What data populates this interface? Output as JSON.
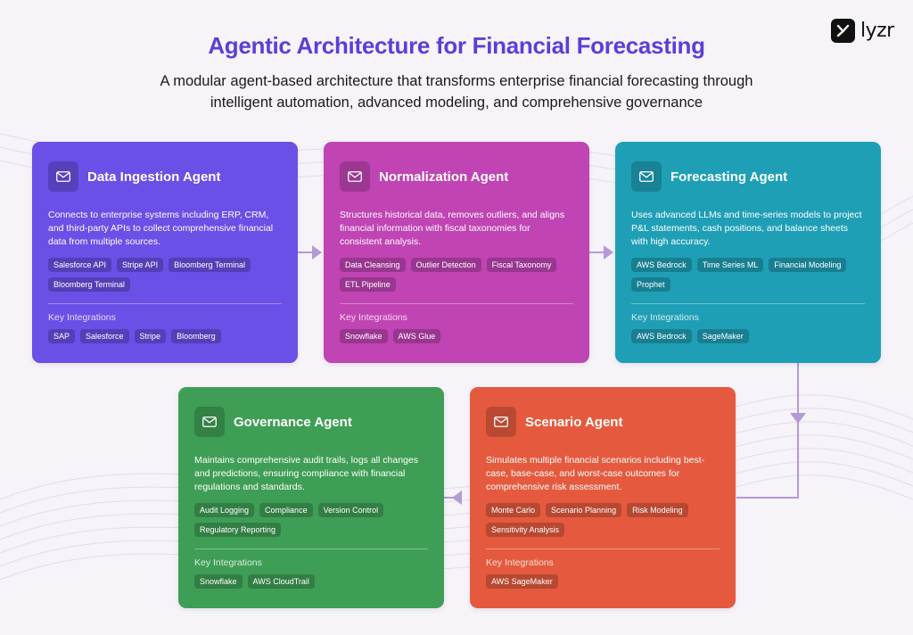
{
  "logo": {
    "text": "lyzr"
  },
  "title": "Agentic Architecture for Financial Forecasting",
  "subtitle": "A modular agent-based architecture that transforms enterprise financial forecasting through intelligent automation, advanced modeling, and comprehensive governance",
  "key_integrations_label": "Key Integrations",
  "colors": {
    "title": "#5b3fd6",
    "connector": "#b59ad6"
  },
  "cards": [
    {
      "icon": "mail-icon",
      "title": "Data Ingestion Agent",
      "color": "#6b4fe6",
      "description": "Connects to enterprise systems including ERP, CRM, and third-party APIs to collect comprehensive financial data from multiple sources.",
      "tags": [
        "Salesforce API",
        "Stripe API",
        "Bloomberg Terminal",
        "Bloomberg Terminal"
      ],
      "integrations_label": "Key Integrations",
      "integrations": [
        "SAP",
        "Salesforce",
        "Stripe",
        "Bloomberg"
      ]
    },
    {
      "icon": "mail-icon",
      "title": "Normalization Agent",
      "color": "#c044b3",
      "description": "Structures historical data, removes outliers, and aligns financial information with fiscal taxonomies for consistent analysis.",
      "tags": [
        "Data Cleansing",
        "Outlier Detection",
        "Fiscal Taxonomy",
        "ETL Pipeline"
      ],
      "integrations_label": "Key Integrations",
      "integrations": [
        "Snowflake",
        "AWS Glue"
      ]
    },
    {
      "icon": "mail-icon",
      "title": "Forecasting Agent",
      "color": "#1f9fb6",
      "description": "Uses advanced LLMs and time-series models to project P&L statements, cash positions, and balance sheets with high accuracy.",
      "tags": [
        "AWS Bedrock",
        "Time Series ML",
        "Financial Modeling",
        "Prophet"
      ],
      "integrations_label": "Key Integrations",
      "integrations": [
        "AWS Bedrock",
        "SageMaker"
      ]
    },
    {
      "icon": "mail-icon",
      "title": "Governance Agent",
      "color": "#3f9e55",
      "description": "Maintains comprehensive audit trails, logs all changes and predictions, ensuring compliance with financial regulations and standards.",
      "tags": [
        "Audit Logging",
        "Compliance",
        "Version Control",
        "Regulatory Reporting"
      ],
      "integrations_label": "Key Integrations",
      "integrations": [
        "Snowflake",
        "AWS CloudTrail"
      ]
    },
    {
      "icon": "mail-icon",
      "title": "Scenario Agent",
      "color": "#e55a3e",
      "description": "Simulates multiple financial scenarios including best-case, base-case, and worst-case outcomes for comprehensive risk assessment.",
      "tags": [
        "Monte Carlo",
        "Scenario Planning",
        "Risk Modeling",
        "Sensitivity Analysis"
      ],
      "integrations_label": "Key Integrations",
      "integrations": [
        "AWS SageMaker"
      ]
    }
  ]
}
